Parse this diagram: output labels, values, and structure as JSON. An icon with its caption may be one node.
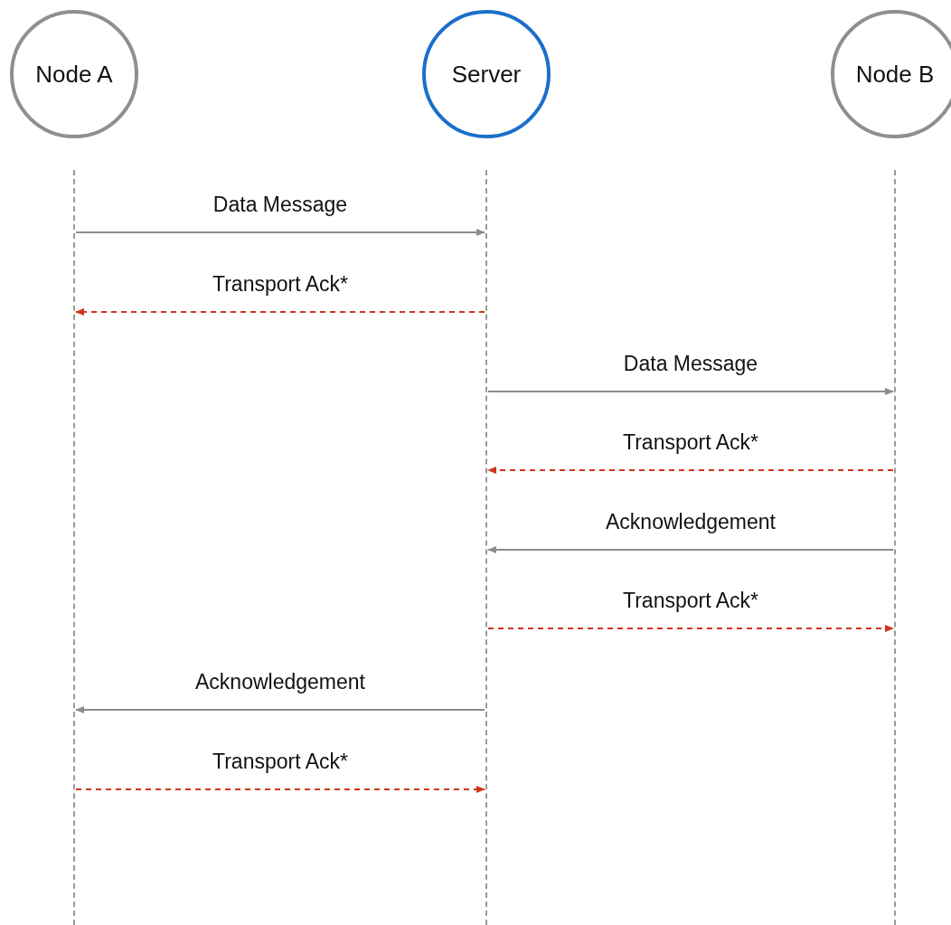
{
  "diagram": {
    "nodes": [
      {
        "text": [
          "Node A"
        ]
      },
      {
        "text": [
          "Server"
        ]
      },
      {
        "text": [
          "Node B"
        ]
      },
      {
        "text": [],
        "shape": "line"
      },
      {
        "text": [],
        "shape": "line"
      },
      {
        "text": [],
        "shape": "line"
      }
    ],
    "edges": [
      {
        "from": 3,
        "to": 4,
        "arrow": "to",
        "label": "Data Message"
      },
      {
        "from": 4,
        "to": 3,
        "arrow": "to",
        "label": "Transport Ack*",
        "style": "dashed",
        "color": "#d0341c"
      },
      {
        "from": 4,
        "to": 5,
        "arrow": "to",
        "label": "Data Message"
      },
      {
        "from": 5,
        "to": 4,
        "arrow": "to",
        "label": "Transport Ack*",
        "style": "dashed",
        "color": "#d0341c"
      },
      {
        "from": 5,
        "to": 4,
        "arrow": "to",
        "label": "Acknowledgement"
      },
      {
        "from": 4,
        "to": 5,
        "arrow": "to",
        "label": "Transport Ack*",
        "style": "dashed",
        "color": "#d0341c"
      },
      {
        "from": 4,
        "to": 3,
        "arrow": "to",
        "label": "Acknowledgement"
      },
      {
        "from": 3,
        "to": 4,
        "arrow": "to",
        "label": "Transport Ack*",
        "style": "dashed",
        "color": "#d0341c"
      }
    ]
  }
}
